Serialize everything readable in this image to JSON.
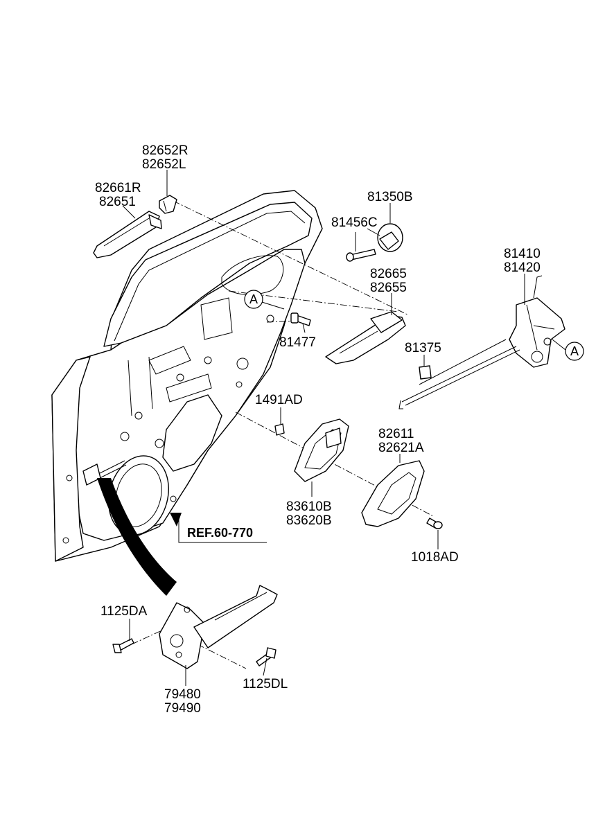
{
  "diagram": {
    "labels": {
      "p82652": [
        "82652R",
        "82652L"
      ],
      "p82661": [
        "82661R",
        "82651"
      ],
      "p81350b": "81350B",
      "p81456c": "81456C",
      "p81410": [
        "81410",
        "81420"
      ],
      "p82665": [
        "82665",
        "82655"
      ],
      "p81477": "81477",
      "p81375": "81375",
      "p1491ad": "1491AD",
      "p82611": [
        "82611",
        "82621A"
      ],
      "p83610": [
        "83610B",
        "83620B"
      ],
      "p1018ad": "1018AD",
      "ref": "REF.60-770",
      "p1125da": "1125DA",
      "p1125dl": "1125DL",
      "p79480": [
        "79480",
        "79490"
      ]
    },
    "callouts": [
      "A",
      "A"
    ]
  }
}
